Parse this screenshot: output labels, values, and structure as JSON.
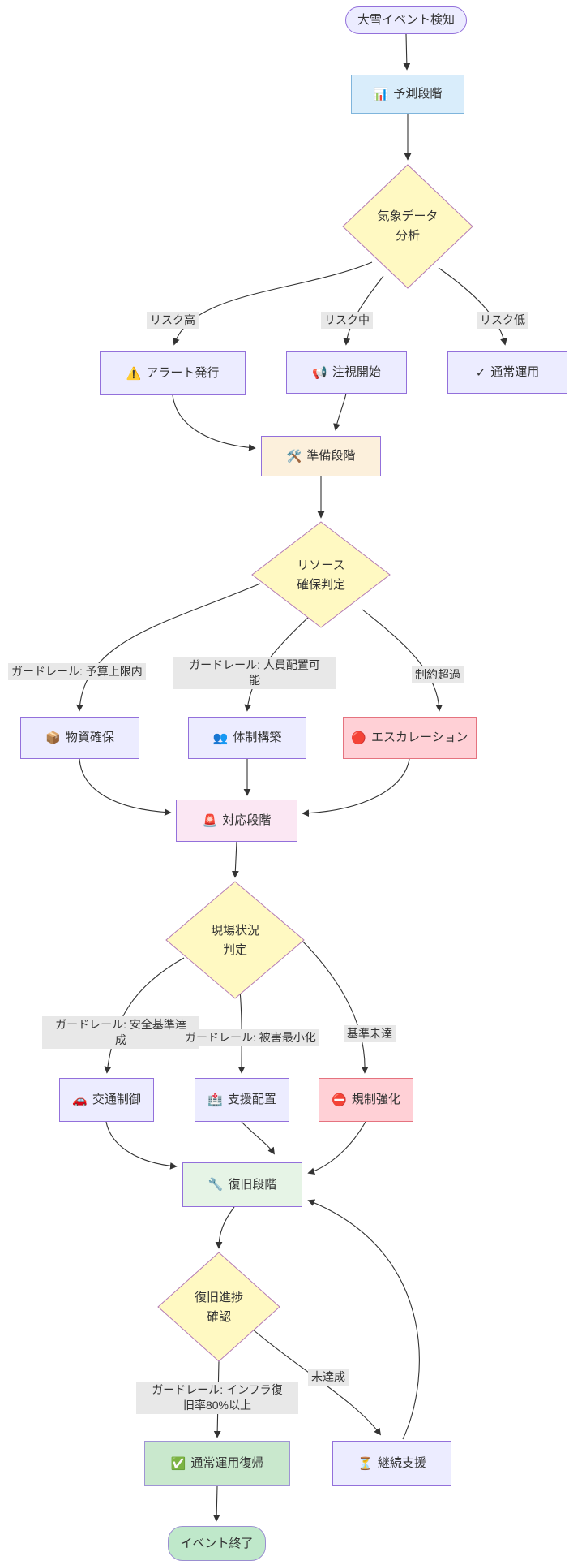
{
  "diagram": {
    "nodes": {
      "start": {
        "label": "大雪イベント検知"
      },
      "forecast": {
        "icon": "📊",
        "label": "予測段階"
      },
      "weather": {
        "line1": "気象データ",
        "line2": "分析"
      },
      "alert": {
        "icon": "⚠️",
        "label": "アラート発行"
      },
      "watch": {
        "icon": "📢",
        "label": "注視開始"
      },
      "normal": {
        "icon": "✓",
        "label": "通常運用"
      },
      "prep": {
        "icon": "🛠️",
        "label": "準備段階"
      },
      "resource": {
        "line1": "リソース",
        "line2": "確保判定"
      },
      "supplies": {
        "icon": "📦",
        "label": "物資確保"
      },
      "structure": {
        "icon": "👥",
        "label": "体制構築"
      },
      "escalation": {
        "icon": "🔴",
        "label": "エスカレーション"
      },
      "response": {
        "icon": "🚨",
        "label": "対応段階"
      },
      "site": {
        "line1": "現場状況",
        "line2": "判定"
      },
      "traffic": {
        "icon": "🚗",
        "label": "交通制御"
      },
      "support": {
        "icon": "🏥",
        "label": "支援配置"
      },
      "regulation": {
        "icon": "⛔",
        "label": "規制強化"
      },
      "recovery": {
        "icon": "🔧",
        "label": "復旧段階"
      },
      "progress": {
        "line1": "復旧進捗",
        "line2": "確認"
      },
      "return_normal": {
        "icon": "✅",
        "label": "通常運用復帰"
      },
      "continued": {
        "icon": "⏳",
        "label": "継続支援"
      },
      "end": {
        "label": "イベント終了"
      }
    },
    "edge_labels": {
      "risk_high": "リスク高",
      "risk_mid": "リスク中",
      "risk_low": "リスク低",
      "budget": "ガードレール: 予算上限内",
      "personnel_l1": "ガードレール: 人員配置可",
      "personnel_l2": "能",
      "constraint": "制約超過",
      "safety_l1": "ガードレール: 安全基準達",
      "safety_l2": "成",
      "damage": "ガードレール: 被害最小化",
      "below_standard": "基準未達",
      "infra_l1": "ガードレール: インフラ復",
      "infra_l2": "旧率80%以上",
      "not_achieved": "未達成"
    },
    "colors": {
      "default_fill": "#ECECFF",
      "default_stroke": "#9370DB",
      "decision_fill": "#FFF9C2",
      "decision_stroke": "#B57BB5",
      "forecast_fill": "#D9EDFB",
      "forecast_stroke": "#7FB5DC",
      "prep_fill": "#FCF0DC",
      "response_fill": "#FBE7F3",
      "recovery_fill": "#E6F4E6",
      "danger_fill": "#FFD0D6",
      "danger_stroke": "#E5737F",
      "success_fill": "#C9E8CD",
      "end_fill": "#BFE8CA",
      "edge_color": "#333333",
      "edge_label_bg": "#E8E8E8",
      "text_color": "#333333"
    }
  }
}
